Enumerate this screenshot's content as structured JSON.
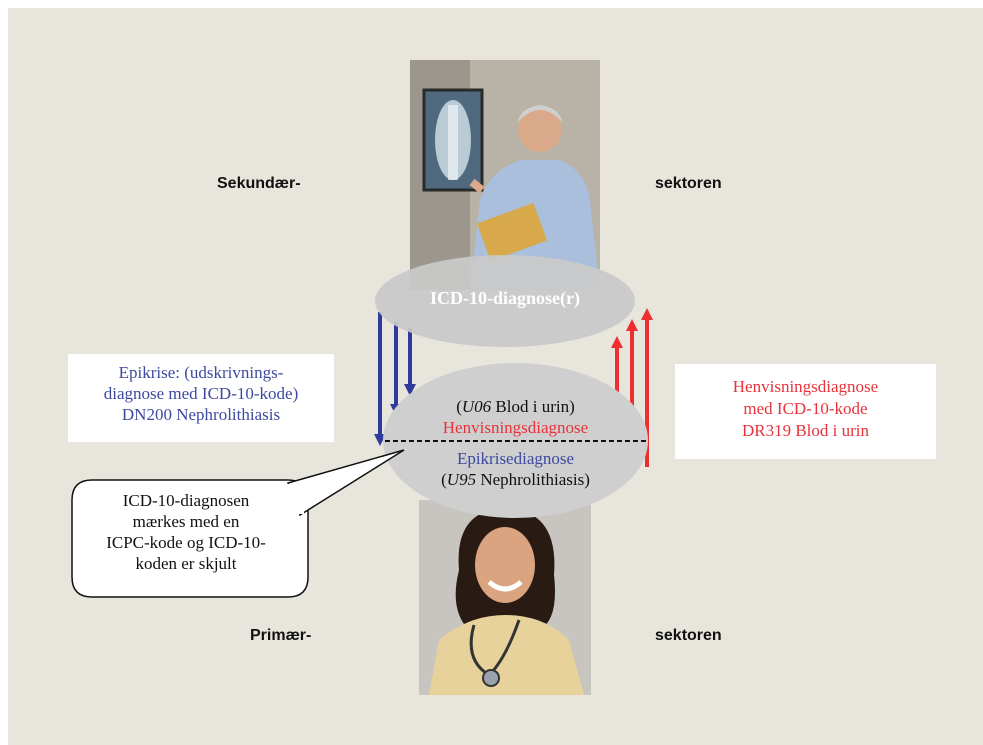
{
  "labels": {
    "secondary_left": "Sekundær-",
    "secondary_right": "sektoren",
    "primary_left": "Primær-",
    "primary_right": "sektoren"
  },
  "top_ellipse": {
    "title": "ICD-10-diagnose(r)"
  },
  "bottom_ellipse": {
    "line1_italic": "U06",
    "line1_rest": " Blod i urin)",
    "line1_open": "(",
    "line2": "Henvisningsdiagnose",
    "line3": "Epikrisediagnose",
    "line4_open": "(",
    "line4_italic": "U95",
    "line4_rest": " Nephrolithiasis)"
  },
  "left_box": {
    "line1": "Epikrise: (udskrivnings-",
    "line2": "diagnose med ICD-10-kode)",
    "line3": "DN200 Nephrolithiasis"
  },
  "right_box": {
    "line1": "Henvisningsdiagnose",
    "line2": "med ICD-10-kode",
    "line3": "DR319 Blod i urin"
  },
  "speech_bubble": {
    "line1": "ICD-10-diagnosen",
    "line2": "mærkes med en",
    "line3": "ICPC-kode og ICD-10-",
    "line4": "koden er skjult"
  },
  "colors": {
    "background": "#e8e5dc",
    "blue_arrow": "#2e3a9c",
    "red_arrow": "#ee2f2f",
    "blue_text": "#3d4aa0",
    "red_text": "#e8333b",
    "ellipse": "#c9c9c9"
  }
}
